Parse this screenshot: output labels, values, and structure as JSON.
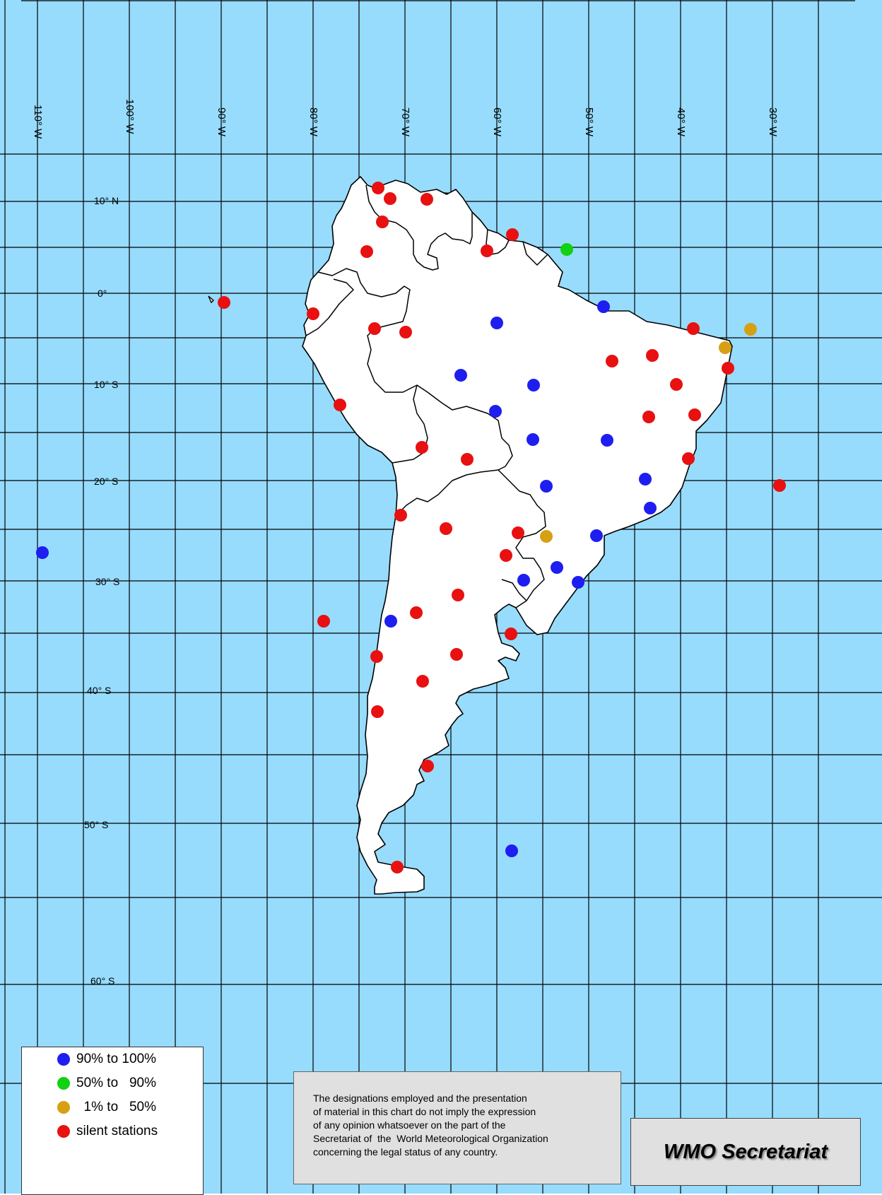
{
  "map": {
    "ocean_color": "#97dcfd",
    "land_color": "#ffffff",
    "longitude_labels": [
      "110° W",
      "100° W",
      "90° W",
      "80° W",
      "70° W",
      "60° W",
      "50° W",
      "40° W",
      "30° W"
    ],
    "latitude_labels": [
      "10° N",
      "0°",
      "10° S",
      "20° S",
      "30° S",
      "40° S",
      "50° S",
      "60° S"
    ],
    "station_categories": [
      {
        "key": "high",
        "color": "#1e1ef0",
        "label": "90% to 100%"
      },
      {
        "key": "mid",
        "color": "#12d012",
        "label": "50% to   90%"
      },
      {
        "key": "low",
        "color": "#d7a013",
        "label": "1% to   50%"
      },
      {
        "key": "silent",
        "color": "#e81010",
        "label": "silent stations"
      }
    ]
  },
  "legend": {
    "items": [
      {
        "color": "#1e1ef0",
        "label": "90% to 100%"
      },
      {
        "color": "#12d012",
        "label": "50% to   90%"
      },
      {
        "color": "#d7a013",
        "label": "  1% to   50%"
      },
      {
        "color": "#e81010",
        "label": "silent stations"
      }
    ]
  },
  "disclaimer": {
    "text": "The designations employed and the presentation\nof material in this chart do not imply the expression\nof any opinion whatsoever on the part of the\nSecretariat of  the  World Meteorological Organization\nconcerning the legal status of any country."
  },
  "credit": {
    "title": "WMO Secretariat"
  }
}
